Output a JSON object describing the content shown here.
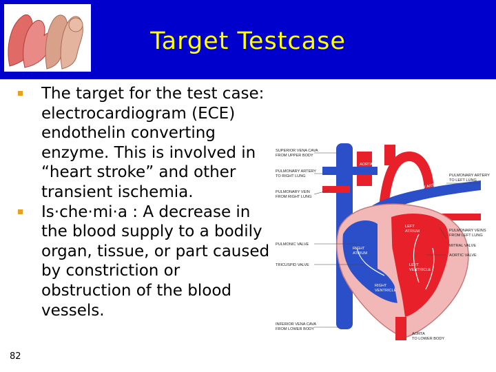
{
  "slide": {
    "title": "Target Testcase",
    "page_number": "82",
    "bullets": [
      "The target for the test case: electrocardiogram (ECE) endothelin converting enzyme. This is involved in “heart stroke” and other transient ischemia.",
      "Is·che·mi·a : A decrease in the blood supply to a bodily organ, tissue, or part caused by constriction or obstruction of the blood vessels."
    ]
  },
  "figure": {
    "labels": {
      "svc": [
        "SUPERIOR VENA CAVA",
        "FROM UPPER BODY"
      ],
      "pa_right": [
        "PULMONARY ARTERY",
        "TO RIGHT LUNG"
      ],
      "pv_right": [
        "PULMONARY VEIN",
        "FROM RIGHT LUNG"
      ],
      "pulmonic_valve": "PULMONIC VALVE",
      "tricuspid": "TRICUSPID VALVE",
      "ivc": [
        "INFERIOR VENA CAVA",
        "FROM LOWER BODY"
      ],
      "pa_left": [
        "PULMONARY ARTERY",
        "TO LEFT LUNG"
      ],
      "pv_left": [
        "PULMONARY VEINS",
        "FROM LEFT LUNG"
      ],
      "mitral": "MITRAL VALVE",
      "aortic": "AORTIC VALVE",
      "aorta_lower": [
        "AORTA",
        "TO LOWER BODY"
      ],
      "aorta": "AORTA",
      "pulmonary_artery": "PULMONARY ARTERY",
      "left_atrium": [
        "LEFT",
        "ATRIUM"
      ],
      "right_atrium": [
        "RIGHT",
        "ATRIUM"
      ],
      "left_ventricle": [
        "LEFT",
        "VENTRICLE"
      ],
      "right_ventricle": [
        "RIGHT",
        "VENTRICLE"
      ]
    }
  },
  "colors": {
    "band": "#0000cc",
    "title": "#ffff00",
    "bullet": "#e8a020",
    "oxygenated": "#e8202a",
    "deoxygenated": "#2a4fc8",
    "wall": "#f2b8b8"
  }
}
